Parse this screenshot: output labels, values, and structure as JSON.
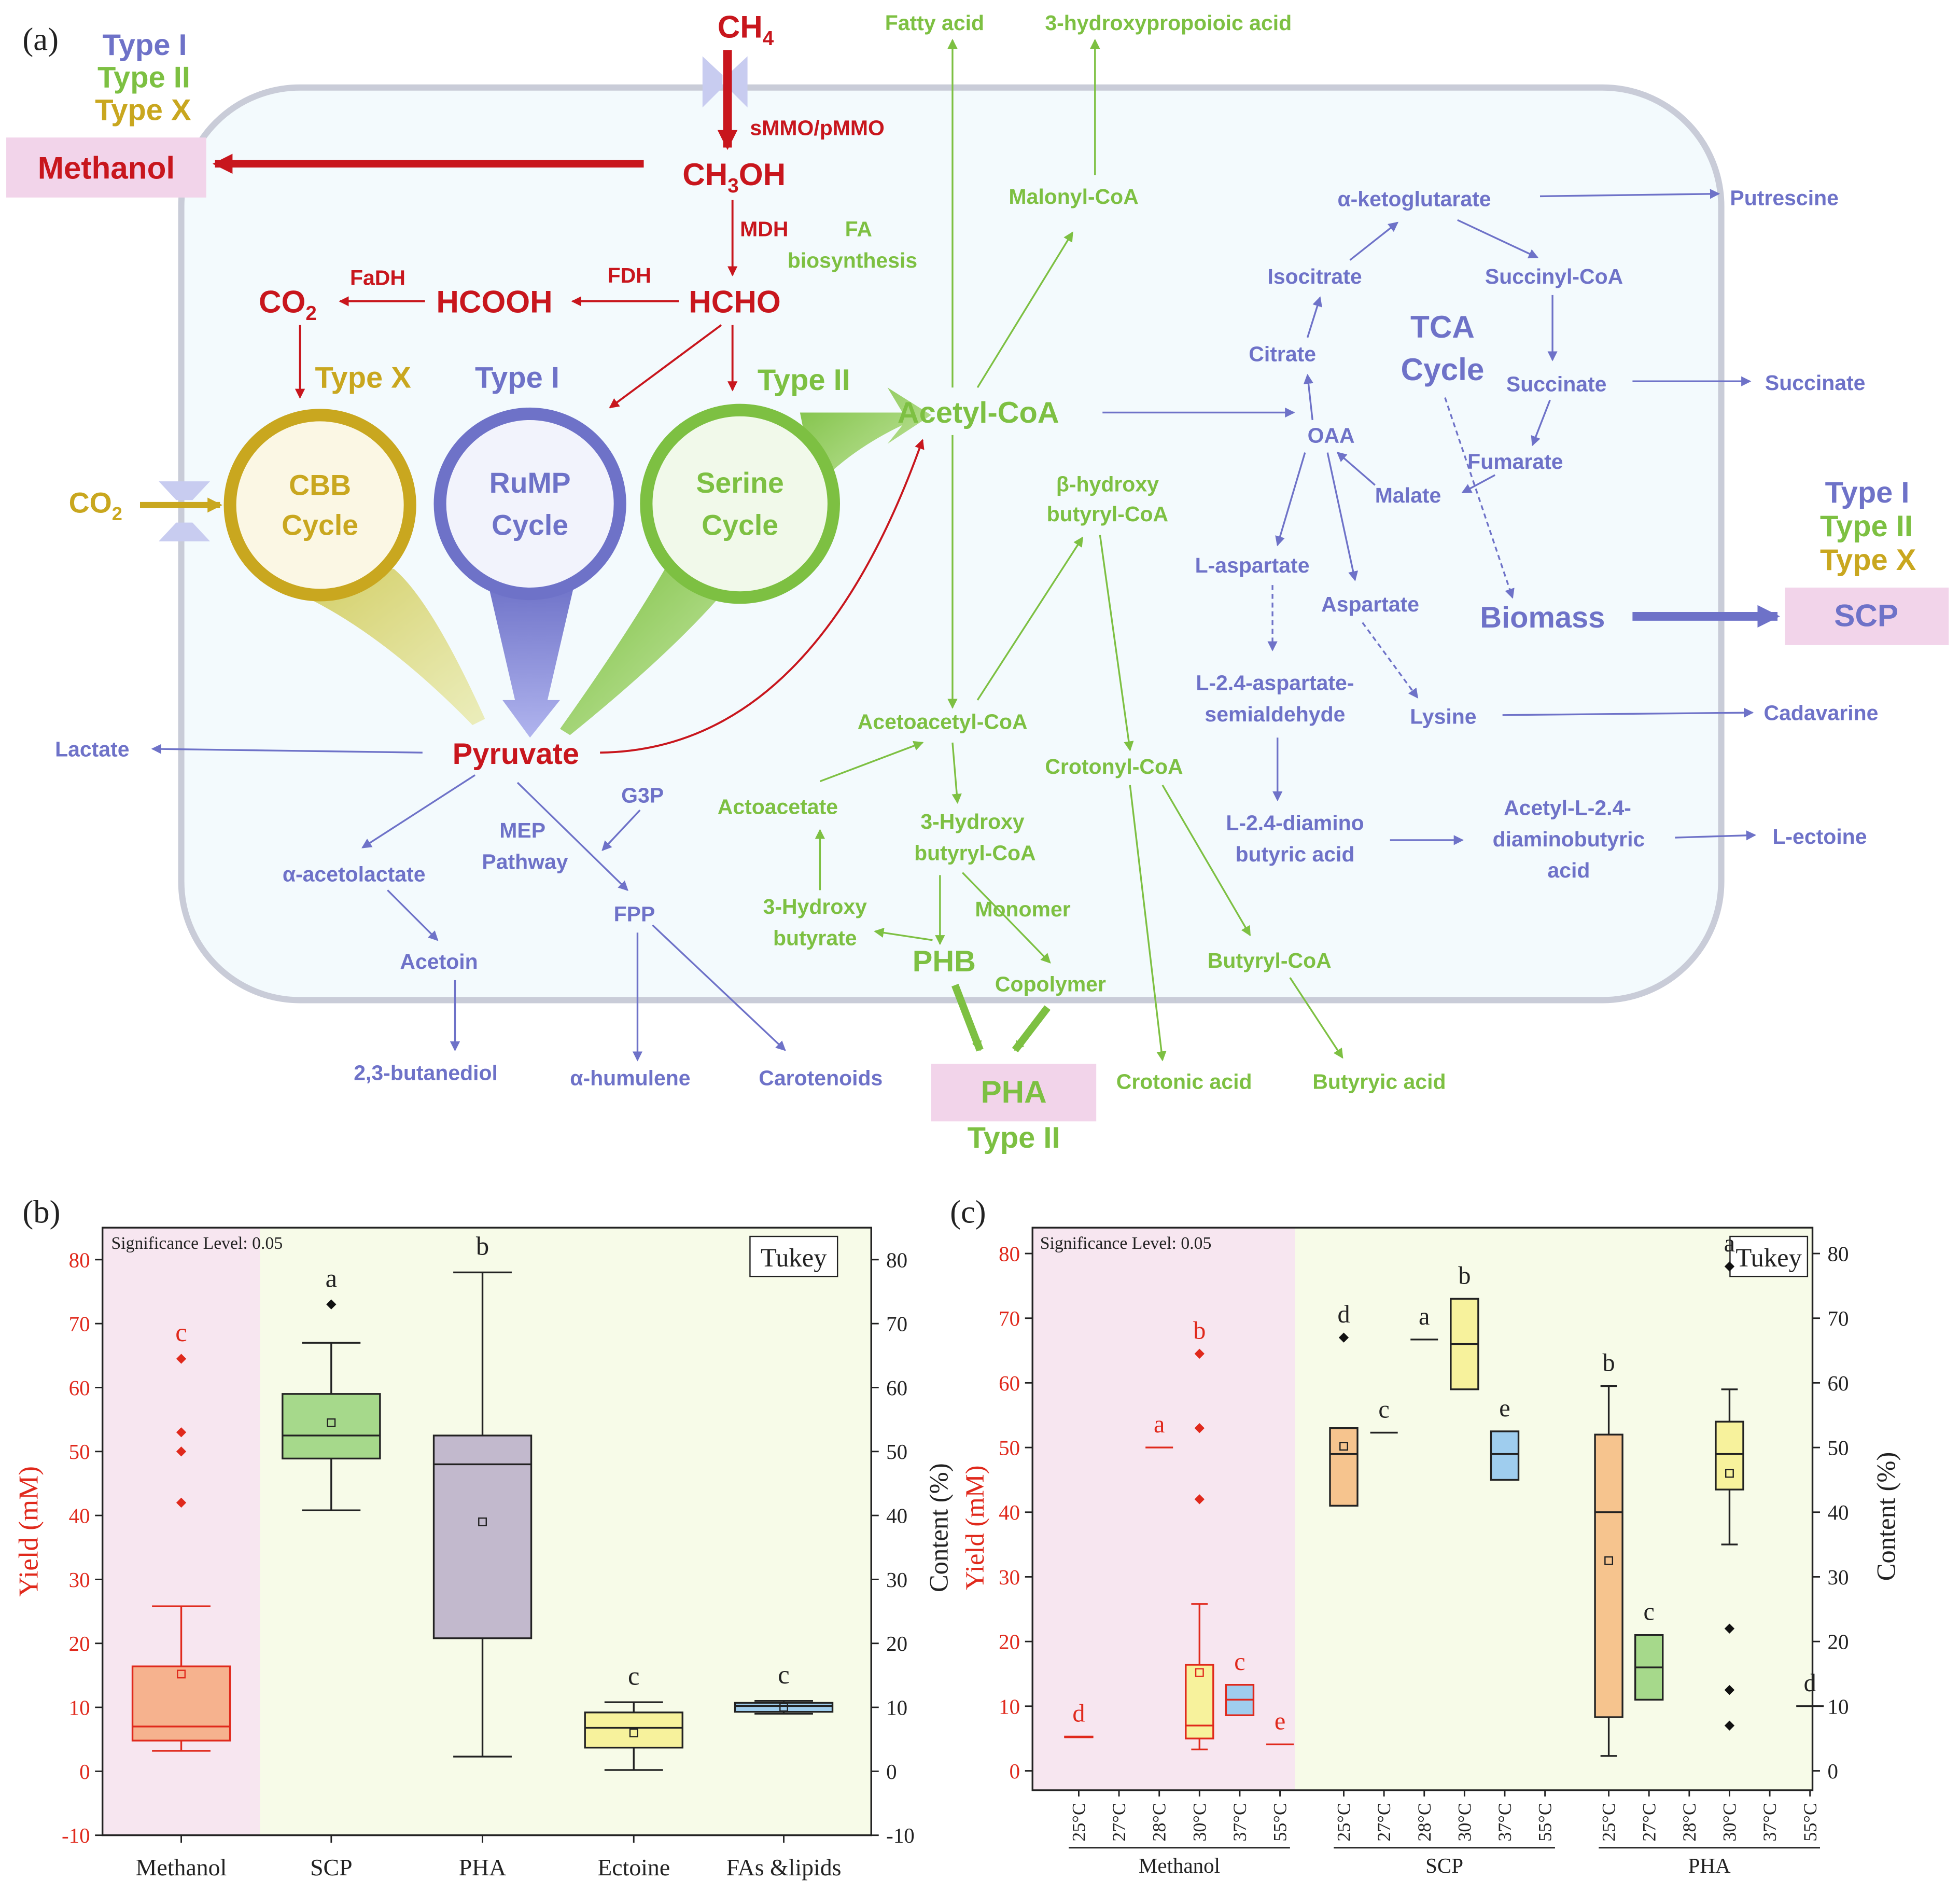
{
  "panel_labels": {
    "a": "(a)",
    "b": "(b)",
    "c": "(c)"
  },
  "colors": {
    "type1": "#6e72c8",
    "type2": "#7dc042",
    "typeX": "#c9a71f",
    "red": "#c8161d",
    "cell_fill": "#f3fafd",
    "cell_stroke": "#c9ccd8",
    "product_box": "#f2d4ea",
    "plot_left_bg": "#f7e6f0",
    "plot_right_bg": "#f7fbe8"
  },
  "legend_top": {
    "t1": "Type I",
    "t2": "Type II",
    "tx": "Type X"
  },
  "legend_right": {
    "t1": "Type I",
    "t2": "Type II",
    "tx": "Type X"
  },
  "diagram": {
    "ch4": "CH",
    "ch4_sub": "4",
    "mmo": "sMMO/pMMO",
    "methanol_box": "Methanol",
    "ch3oh_a": "CH",
    "ch3oh_sub": "3",
    "ch3oh_b": "OH",
    "mdh": "MDH",
    "fa_bio_1": "FA",
    "fa_bio_2": "biosynthesis",
    "hcho": "HCHO",
    "fdh": "FDH",
    "hcooh": "HCOOH",
    "fadh": "FaDH",
    "co2_a": "CO",
    "co2_sub": "2",
    "type_x_label": "Type X",
    "type_i_label": "Type I",
    "type_ii_label": "Type II",
    "cbb_1": "CBB",
    "cbb_2": "Cycle",
    "rump_1": "RuMP",
    "rump_2": "Cycle",
    "serine_1": "Serine",
    "serine_2": "Cycle",
    "co2_in_a": "CO",
    "co2_in_sub": "2",
    "pyruvate": "Pyruvate",
    "lactate": "Lactate",
    "acetyl_coa": "Acetyl-CoA",
    "fatty_acid": "Fatty acid",
    "hpa": "3-hydroxypropoioic acid",
    "malonyl": "Malonyl-CoA",
    "bhb_1": "β-hydroxy",
    "bhb_2": "butyryl-CoA",
    "acetoacetyl": "Acetoacetyl-CoA",
    "actoacetate": "Actoacetate",
    "hbcoa_1": "3-Hydroxy",
    "hbcoa_2": "butyryl-CoA",
    "hb_1": "3-Hydroxy",
    "hb_2": "butyrate",
    "monomer": "Monomer",
    "phb": "PHB",
    "copolymer": "Copolymer",
    "pha_box": "PHA",
    "pha_type": "Type II",
    "crotonyl": "Crotonyl-CoA",
    "crotonic": "Crotonic acid",
    "butyryl": "Butyryl-CoA",
    "butyric": "Butyryic acid",
    "alpha_kg": "α-ketoglutarate",
    "putrescine": "Putrescine",
    "isocitrate": "Isocitrate",
    "succinyl": "Succinyl-CoA",
    "citrate": "Citrate",
    "tca_1": "TCA",
    "tca_2": "Cycle",
    "succinate": "Succinate",
    "succinate_out": "Succinate",
    "oaa": "OAA",
    "fumarate": "Fumarate",
    "malate": "Malate",
    "l_aspartate": "L-aspartate",
    "aspartate": "Aspartate",
    "biomass": "Biomass",
    "scp_box": "SCP",
    "asa_1": "L-2.4-aspartate-",
    "asa_2": "semialdehyde",
    "lysine": "Lysine",
    "cadavarine": "Cadavarine",
    "dab_1": "L-2.4-diamino",
    "dab_2": "butyric acid",
    "adab_1": "Acetyl-L-2.4-",
    "adab_2": "diaminobutyric",
    "adab_3": "acid",
    "ectoine": "L-ectoine",
    "mep_1": "MEP",
    "mep_2": "Pathway",
    "g3p": "G3P",
    "fpp": "FPP",
    "acetolactate": "α-acetolactate",
    "acetoin": "Acetoin",
    "butanediol": "2,3-butanediol",
    "humulene": "α-humulene",
    "carotenoids": "Carotenoids"
  },
  "chart_data": [
    {
      "type": "box",
      "panel": "(b)",
      "title": "",
      "annotation": "Significance Level: 0.05",
      "test_label": "Tukey",
      "ylabel_left": "Yield (mM)",
      "ylim": [
        -10,
        85
      ],
      "yticks": [
        -10,
        0,
        10,
        20,
        30,
        40,
        50,
        60,
        70,
        80
      ],
      "categories": [
        "Methanol",
        "SCP",
        "PHA",
        "Ectoine",
        "FAs &lipids"
      ],
      "boxes": [
        {
          "name": "Methanol",
          "whisker_low": 3.2,
          "q1": 4.8,
          "median": 7.0,
          "q3": 16.4,
          "whisker_high": 25.8,
          "mean": 15.2,
          "outliers": [
            42,
            50,
            53,
            64.5
          ],
          "letter": "c",
          "fill": "#f6b28e",
          "stroke": "#e0291c"
        },
        {
          "name": "SCP",
          "whisker_low": 40.8,
          "q1": 48.9,
          "median": 52.5,
          "q3": 59.0,
          "whisker_high": 67.0,
          "mean": 54.5,
          "outliers": [
            73
          ],
          "letter": "a",
          "fill": "#a6d98b",
          "stroke": "#222222"
        },
        {
          "name": "PHA",
          "whisker_low": 2.3,
          "q1": 20.8,
          "median": 48.0,
          "q3": 52.5,
          "whisker_high": 78.0,
          "mean": 39.0,
          "outliers": [],
          "letter": "b",
          "fill": "#c2b9cd",
          "stroke": "#222222"
        },
        {
          "name": "Ectoine",
          "whisker_low": 0.2,
          "q1": 3.7,
          "median": 6.8,
          "q3": 9.2,
          "whisker_high": 10.8,
          "mean": 6.0,
          "outliers": [],
          "letter": "c",
          "fill": "#f7f29c",
          "stroke": "#222222"
        },
        {
          "name": "FAs &lipids",
          "whisker_low": 9.0,
          "q1": 9.3,
          "median": 10.2,
          "q3": 10.7,
          "whisker_high": 11.0,
          "mean": 10.0,
          "outliers": [],
          "letter": "c",
          "fill": "#9fcdee",
          "stroke": "#222222"
        }
      ]
    },
    {
      "type": "box",
      "panel": "(c)",
      "title": "",
      "annotation": "Significance Level: 0.05",
      "test_label": "Tukey",
      "ylabel_left_1": "Content (%)",
      "ylabel_left_2": "Yield (mM)",
      "ylabel_right": "Content (%)",
      "ylim": [
        -3,
        84
      ],
      "yticks": [
        0,
        10,
        20,
        30,
        40,
        50,
        60,
        70,
        80
      ],
      "temps": [
        "25°C",
        "27°C",
        "28°C",
        "30°C",
        "37°C",
        "55°C"
      ],
      "groups": [
        "Methanol",
        "SCP",
        "PHA"
      ],
      "boxes": [
        {
          "group": "Methanol",
          "temp": "25°C",
          "whisker_low": 5.2,
          "q1": 5.2,
          "median": 5.2,
          "q3": 5.3,
          "whisker_high": 5.3,
          "letter": "d",
          "fill": "#f6b28e",
          "stroke": "#e0291c",
          "outliers": []
        },
        {
          "group": "Methanol",
          "temp": "28°C",
          "whisker_low": 50.0,
          "q1": 50.0,
          "median": 50.0,
          "q3": 50.0,
          "whisker_high": 50.0,
          "letter": "a",
          "fill": "#f7f29c",
          "stroke": "#e0291c",
          "outliers": []
        },
        {
          "group": "Methanol",
          "temp": "30°C",
          "whisker_low": 3.3,
          "q1": 5.0,
          "median": 7.0,
          "q3": 16.4,
          "whisker_high": 25.8,
          "mean": 15.2,
          "letter": "b",
          "fill": "#f7f29c",
          "stroke": "#e0291c",
          "outliers": [
            42,
            53,
            64.5
          ]
        },
        {
          "group": "Methanol",
          "temp": "37°C",
          "whisker_low": 8.6,
          "q1": 8.6,
          "median": 11.0,
          "q3": 13.3,
          "whisker_high": 13.3,
          "letter": "c",
          "fill": "#9fcdee",
          "stroke": "#e0291c",
          "outliers": []
        },
        {
          "group": "Methanol",
          "temp": "55°C",
          "whisker_low": 4.1,
          "q1": 4.1,
          "median": 4.1,
          "q3": 4.1,
          "whisker_high": 4.1,
          "letter": "e",
          "fill": "#f6b28e",
          "stroke": "#e0291c",
          "outliers": []
        },
        {
          "group": "SCP",
          "temp": "25°C",
          "whisker_low": 41.0,
          "q1": 41.0,
          "median": 49.0,
          "q3": 53.0,
          "whisker_high": 53.0,
          "mean": 50.2,
          "letter": "d",
          "fill": "#f6c48e",
          "stroke": "#222222",
          "outliers": [
            67
          ]
        },
        {
          "group": "SCP",
          "temp": "27°C",
          "whisker_low": 52.3,
          "q1": 52.3,
          "median": 52.3,
          "q3": 52.3,
          "whisker_high": 52.3,
          "letter": "c",
          "fill": "#f6c48e",
          "stroke": "#222222",
          "outliers": []
        },
        {
          "group": "SCP",
          "temp": "28°C",
          "whisker_low": 66.7,
          "q1": 66.7,
          "median": 66.7,
          "q3": 66.7,
          "whisker_high": 66.7,
          "letter": "a",
          "fill": "#f7f29c",
          "stroke": "#222222",
          "outliers": []
        },
        {
          "group": "SCP",
          "temp": "30°C",
          "whisker_low": 59.0,
          "q1": 59.0,
          "median": 66.0,
          "q3": 73.0,
          "whisker_high": 73.0,
          "letter": "b",
          "fill": "#f7f29c",
          "stroke": "#222222",
          "outliers": []
        },
        {
          "group": "SCP",
          "temp": "37°C",
          "whisker_low": 45.0,
          "q1": 45.0,
          "median": 49.0,
          "q3": 52.5,
          "whisker_high": 52.5,
          "letter": "e",
          "fill": "#9fcdee",
          "stroke": "#222222",
          "outliers": []
        },
        {
          "group": "PHA",
          "temp": "25°C",
          "whisker_low": 2.3,
          "q1": 8.3,
          "median": 40.0,
          "q3": 52.0,
          "whisker_high": 59.5,
          "mean": 32.5,
          "letter": "b",
          "fill": "#f6c48e",
          "stroke": "#222222",
          "outliers": []
        },
        {
          "group": "PHA",
          "temp": "27°C",
          "whisker_low": 11.0,
          "q1": 11.0,
          "median": 16.0,
          "q3": 21.0,
          "whisker_high": 21.0,
          "letter": "c",
          "fill": "#a6d98b",
          "stroke": "#222222",
          "outliers": []
        },
        {
          "group": "PHA",
          "temp": "30°C",
          "whisker_low": 35.0,
          "q1": 43.5,
          "median": 49.0,
          "q3": 54.0,
          "whisker_high": 59.0,
          "mean": 46.0,
          "letter": "a",
          "fill": "#f7f29c",
          "stroke": "#222222",
          "outliers": [
            7,
            12.5,
            22,
            78
          ]
        },
        {
          "group": "PHA",
          "temp": "55°C",
          "whisker_low": 10.0,
          "q1": 10.0,
          "median": 10.0,
          "q3": 10.0,
          "whisker_high": 10.0,
          "letter": "d",
          "fill": "#f6c48e",
          "stroke": "#222222",
          "outliers": []
        }
      ]
    }
  ]
}
